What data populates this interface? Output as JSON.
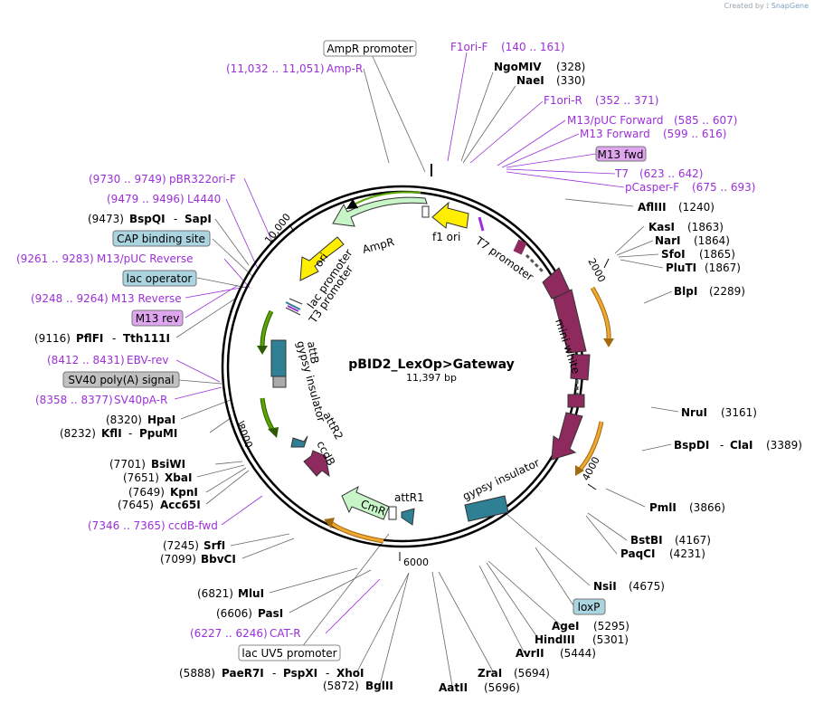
{
  "credit": {
    "prefix": "Created by",
    "brand": "SnapGene"
  },
  "map": {
    "name": "pBID2_LexOp>Gateway",
    "length_label": "11,397 bp",
    "length": 11397,
    "ticks": [
      "2000",
      "4000",
      "6000",
      "8000",
      "10,000"
    ],
    "colors": {
      "primer": "#9b30d9",
      "backbone": "#000000",
      "ampr": "#c8f5c8",
      "ori": "#ffee00",
      "f1ori": "#ffee00",
      "magenta_feature": "#8f2a5f",
      "insulator": "#2f7f95",
      "orange_arrow": "#f0a733",
      "green_arrow": "#5aa800",
      "box_blue": "#a9d4e0",
      "box_gray": "#c0c0c0",
      "box_pink": "#dfa6ef"
    },
    "features": [
      {
        "label": "AmpR",
        "color": "ampr"
      },
      {
        "label": "ori",
        "color": "ori"
      },
      {
        "label": "f1 ori",
        "color": "f1ori"
      },
      {
        "label": "T7 promoter",
        "color": "magenta_feature"
      },
      {
        "label": "mini-white",
        "color": "magenta_feature"
      },
      {
        "label": "gypsy insulator",
        "color": "insulator"
      },
      {
        "label": "attR1",
        "color": "insulator"
      },
      {
        "label": "CmR",
        "color": "ampr"
      },
      {
        "label": "ccdB",
        "color": "magenta_feature"
      },
      {
        "label": "attR2",
        "color": "insulator"
      },
      {
        "label": "gypsy insulator",
        "color": "insulator"
      },
      {
        "label": "attB",
        "color": "insulator"
      },
      {
        "label": "T3 promoter",
        "color": "insulator"
      },
      {
        "label": "lac promoter",
        "color": "insulator"
      }
    ]
  },
  "labels": {
    "amprp": "AmpR promoter",
    "ampr_r_pos": "(11,032 .. 11,051)",
    "ampr_r": "Amp-R",
    "f1ori_f": "F1ori-F",
    "f1ori_f_pos": "(140 .. 161)",
    "ngomiv": "NgoMIV",
    "ngomiv_pos": "(328)",
    "naei": "NaeI",
    "naei_pos": "(330)",
    "f1ori_r": "F1ori-R",
    "f1ori_r_pos": "(352 .. 371)",
    "m13puc_f": "M13/pUC Forward",
    "m13puc_f_pos": "(585 .. 607)",
    "m13_f": "M13 Forward",
    "m13_f_pos": "(599 .. 616)",
    "m13fwd": "M13 fwd",
    "t7": "T7",
    "t7_pos": "(623 .. 642)",
    "pcasper": "pCasper-F",
    "pcasper_pos": "(675 .. 693)",
    "aflIII": "AflIII",
    "aflIII_pos": "(1240)",
    "kasI": "KasI",
    "kasI_pos": "(1863)",
    "narI": "NarI",
    "narI_pos": "(1864)",
    "sfoI": "SfoI",
    "sfoI_pos": "(1865)",
    "plutI": "PluTI",
    "plutI_pos": "(1867)",
    "blpI": "BlpI",
    "blpI_pos": "(2289)",
    "nruI": "NruI",
    "nruI_pos": "(3161)",
    "bspdi": "BspDI",
    "dash1": "-",
    "claI": "ClaI",
    "bspdi_pos": "(3389)",
    "pmlI": "PmlI",
    "pmlI_pos": "(3866)",
    "bstbi": "BstBI",
    "bstbi_pos": "(4167)",
    "paqci": "PaqCI",
    "paqci_pos": "(4231)",
    "nsiI": "NsiI",
    "nsiI_pos": "(4675)",
    "loxp": "loxP",
    "agei": "AgeI",
    "agei_pos": "(5295)",
    "hindIII": "HindIII",
    "hindIII_pos": "(5301)",
    "avrII": "AvrII",
    "avrII_pos": "(5444)",
    "zraI": "ZraI",
    "zraI_pos": "(5694)",
    "aatII": "AatII",
    "aatII_pos": "(5696)",
    "bglII": "BglII",
    "bglII_pos": "(5872)",
    "paer7i_pos": "(5888)",
    "paer7i": "PaeR7I",
    "dash2": "-",
    "pspxi": "PspXI",
    "dash3": "-",
    "xhoI": "XhoI",
    "lacuv5": "lac UV5 promoter",
    "cat_r_pos": "(6227 .. 6246)",
    "cat_r": "CAT-R",
    "pasI_pos": "(6606)",
    "pasI": "PasI",
    "mluI_pos": "(6821)",
    "mluI": "MluI",
    "bbvci_pos": "(7099)",
    "bbvci": "BbvCI",
    "srfI_pos": "(7245)",
    "srfI": "SrfI",
    "ccdb_fwd_pos": "(7346 .. 7365)",
    "ccdb_fwd": "ccdB-fwd",
    "acc65i_pos": "(7645)",
    "acc65i": "Acc65I",
    "kpnI_pos": "(7649)",
    "kpnI": "KpnI",
    "xbaI_pos": "(7651)",
    "xbaI": "XbaI",
    "bsiwi_pos": "(7701)",
    "bsiwi": "BsiWI",
    "kflI_pos": "(8232)",
    "kflI": "KflI",
    "dash4": "-",
    "ppumi": "PpuMI",
    "hpaI_pos": "(8320)",
    "hpaI": "HpaI",
    "sv40pa_r_pos": "(8358 .. 8377)",
    "sv40pa_r": "SV40pA-R",
    "sv40polya": "SV40 poly(A) signal",
    "ebv_rev_pos": "(8412 .. 8431)",
    "ebv_rev": "EBV-rev",
    "pflfi_pos": "(9116)",
    "pflfi": "PflFI",
    "dash5": "-",
    "tth111i": "Tth111I",
    "m13rev": "M13 rev",
    "m13reverse_pos": "(9248 .. 9264)",
    "m13reverse": "M13 Reverse",
    "lacop": "lac operator",
    "m13pucrev_pos": "(9261 .. 9283)",
    "m13pucrev": "M13/pUC Reverse",
    "cap": "CAP binding site",
    "bspqi_pos": "(9473)",
    "bspqi": "BspQI",
    "dash6": "-",
    "sapI": "SapI",
    "l4440_pos": "(9479 .. 9496)",
    "l4440": "L4440",
    "pbr322_pos": "(9730 .. 9749)",
    "pbr322": "pBR322ori-F"
  }
}
